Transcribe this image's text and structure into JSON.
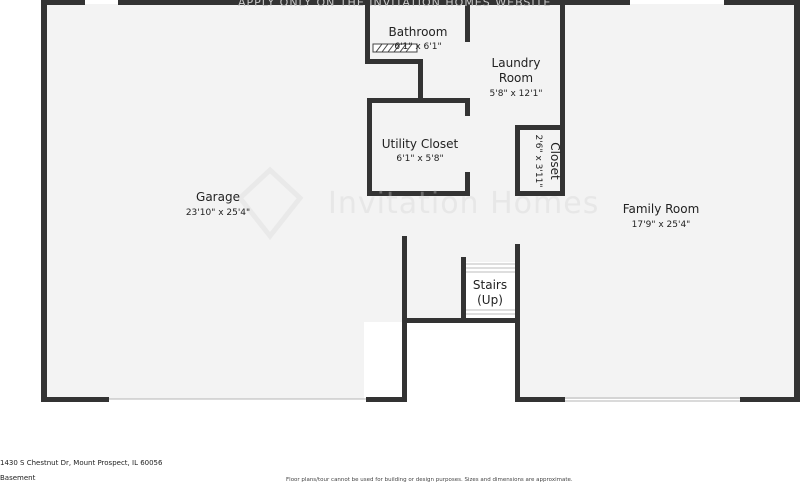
{
  "watermark": {
    "top_text": "APPLY ONLY ON THE INVITATION HOMES WEBSITE",
    "center_text": "Invitation Homes"
  },
  "rooms": {
    "garage": {
      "name": "Garage",
      "dims": "23'10\" x 25'4\""
    },
    "bathroom": {
      "name": "Bathroom",
      "dims": "6'1\" x 6'1\""
    },
    "laundry": {
      "name_line1": "Laundry",
      "name_line2": "Room",
      "dims": "5'8\" x 12'1\""
    },
    "utility_closet": {
      "name": "Utility Closet",
      "dims": "6'1\" x 5'8\""
    },
    "closet": {
      "name": "Closet",
      "dims": "2'6\" x 3'11\""
    },
    "family_room": {
      "name": "Family Room",
      "dims": "17'9\" x 25'4\""
    },
    "stairs": {
      "name_line1": "Stairs",
      "name_line2": "(Up)"
    }
  },
  "footer": {
    "address": "1430 S Chestnut Dr, Mount Prospect, IL 60056",
    "level": "Basement",
    "disclaimer": "Floor plans/tour cannot be used for building or design purposes. Sizes and dimensions are approximate."
  }
}
